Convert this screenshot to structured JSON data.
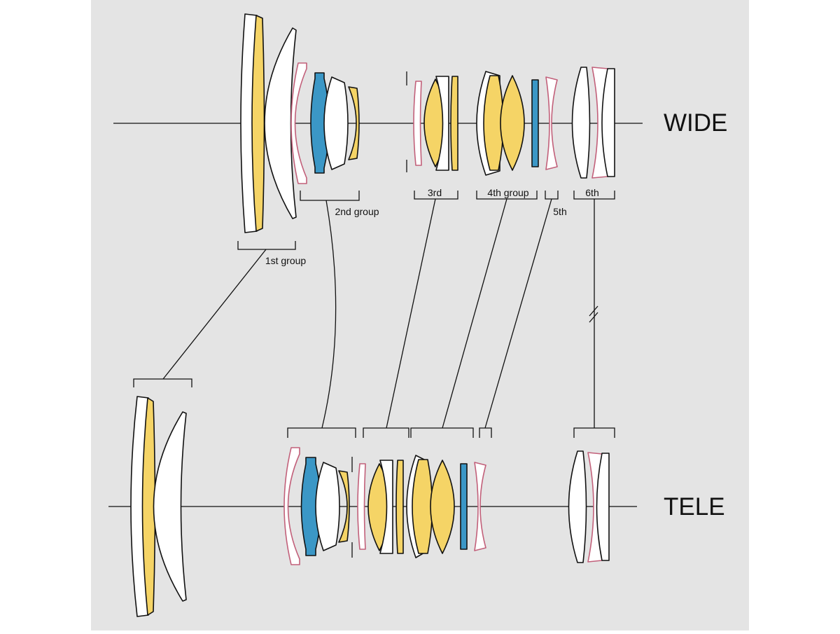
{
  "diagram": {
    "mode_labels": {
      "wide": "WIDE",
      "tele": "TELE"
    },
    "group_labels": {
      "g1": "1st group",
      "g2": "2nd group",
      "g3": "3rd",
      "g4": "4th group",
      "g5": "5th",
      "g6": "6th"
    },
    "colors": {
      "background": "#e4e4e4",
      "yellow_element": "#f5d466",
      "blue_element": "#3b97c6",
      "white_element": "#ffffff",
      "pink_element_outline": "#c2607a",
      "outline": "#111111"
    }
  }
}
